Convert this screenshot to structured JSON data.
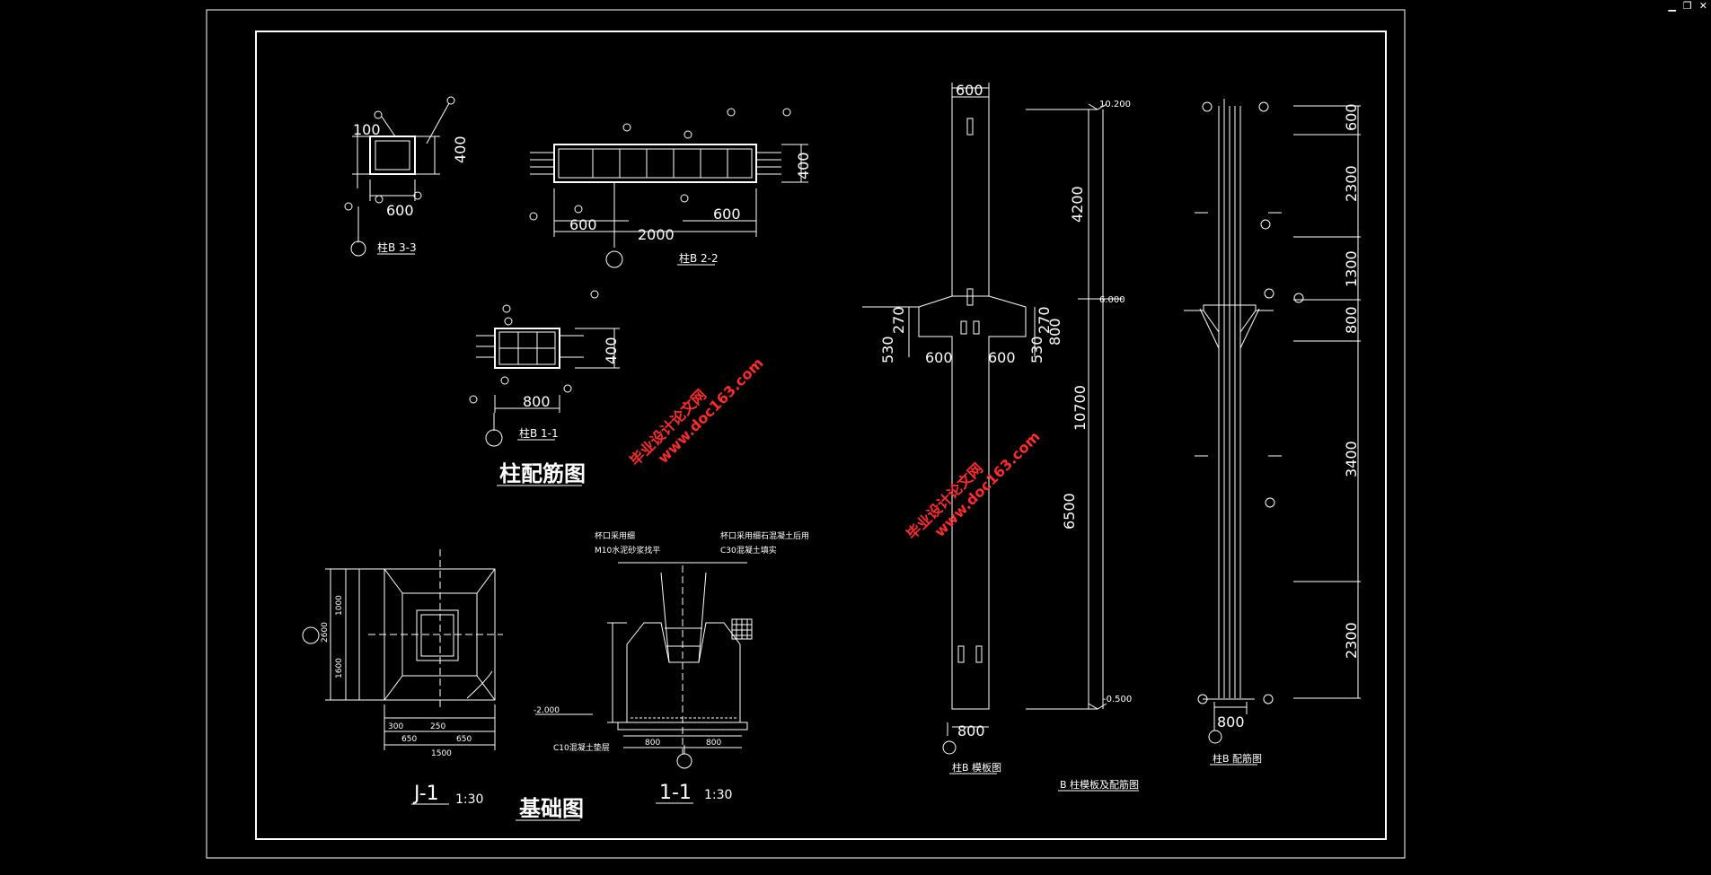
{
  "window": {
    "minimize": "▁",
    "restore": "❐",
    "close": "✕"
  },
  "labels": {
    "s33": "柱B 3-3",
    "s22": "柱B 2-2",
    "s11": "柱B 1-1",
    "col_title": "柱配筋图",
    "j1": "J-1",
    "j1_scale": "1:30",
    "sec11": "1-1",
    "sec11_scale": "1:30",
    "found_title": "基础图",
    "formwork": "柱B 模板图",
    "bcol": "B 柱模板及配筋图",
    "rebar": "柱B 配筋图",
    "note1": "杯口采用细",
    "note1b": "M10水泥砂浆找平",
    "note2": "杯口采用细石混凝土后用",
    "note2b": "C30混凝土填实",
    "c10": "C10混凝土垫层",
    "el_top": "10.200",
    "el_mid": "6.000",
    "el_bot": "-0.500",
    "el_found": "-2.000"
  },
  "dims": {
    "d100": "100",
    "d600": "600",
    "d400": "400",
    "d2000": "2000",
    "d800": "800",
    "d4200": "4200",
    "d10700": "10700",
    "d6500": "6500",
    "d270": "270",
    "d530": "530",
    "d2300": "2300",
    "d1300": "1300",
    "d3400": "3400",
    "f1000": "1000",
    "f2600": "2600",
    "f1600": "1600",
    "f250": "250",
    "f300": "300",
    "f650": "650",
    "f1500": "1500"
  },
  "watermarks": [
    {
      "line1": "毕业设计论文网",
      "line2": "www.doc163.com"
    },
    {
      "line1": "毕业设计论文网",
      "line2": "www.doc163.com"
    }
  ]
}
